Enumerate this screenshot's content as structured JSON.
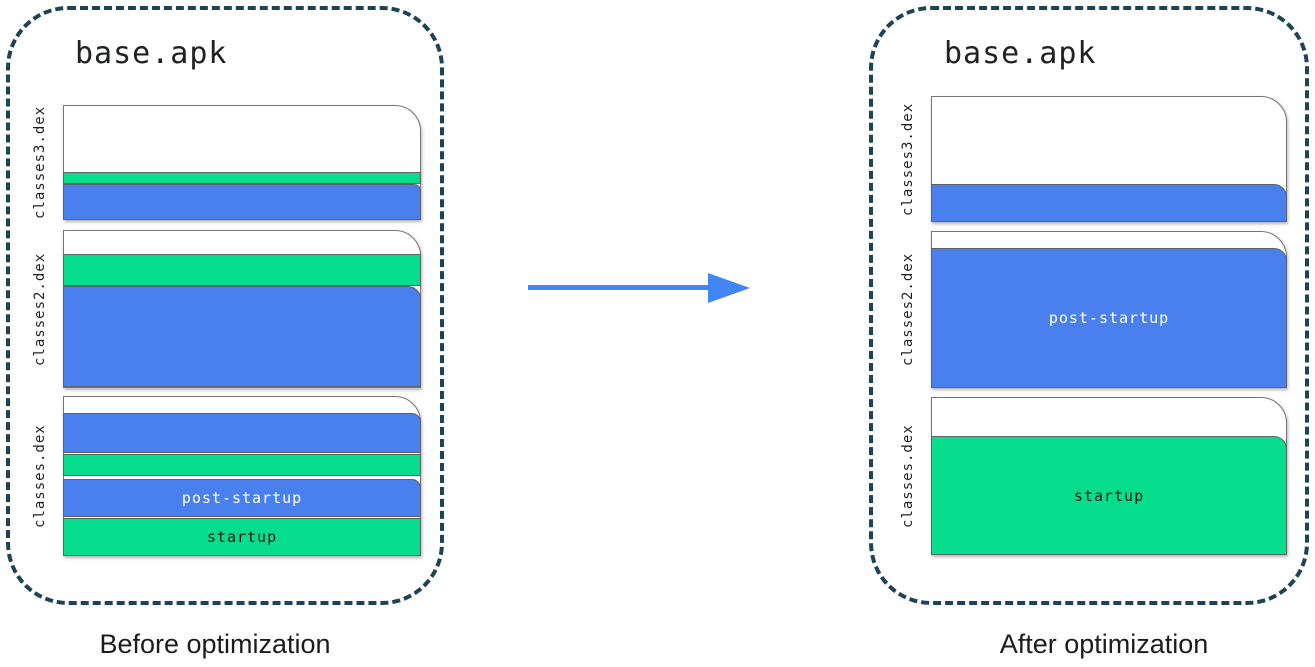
{
  "colors": {
    "blue": "#4a80ee",
    "green": "#06de8d",
    "arrow": "#4285f4",
    "dashed_border": "#1d4456"
  },
  "panels": {
    "before": {
      "title": "base.apk",
      "caption": "Before optimization",
      "files": [
        {
          "name": "classes3.dex"
        },
        {
          "name": "classes2.dex"
        },
        {
          "name": "classes.dex",
          "labels": {
            "post_startup": "post-startup",
            "startup": "startup"
          }
        }
      ]
    },
    "after": {
      "title": "base.apk",
      "caption": "After optimization",
      "files": [
        {
          "name": "classes3.dex"
        },
        {
          "name": "classes2.dex",
          "labels": {
            "post_startup": "post-startup"
          }
        },
        {
          "name": "classes.dex",
          "labels": {
            "startup": "startup"
          }
        }
      ]
    }
  }
}
